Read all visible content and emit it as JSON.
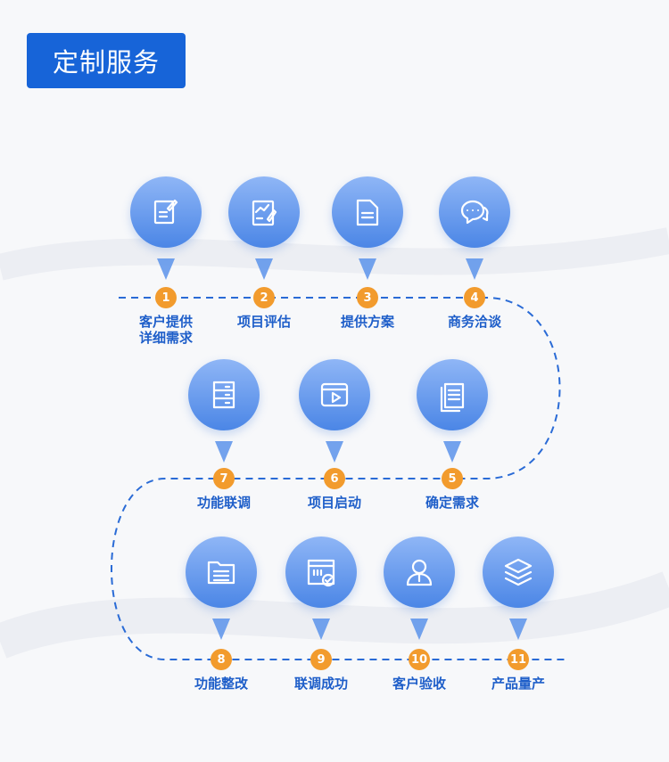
{
  "title": "定制服务",
  "steps": [
    {
      "n": "1",
      "label": "客户提供详细需求",
      "icon": "edit-document-icon"
    },
    {
      "n": "2",
      "label": "项目评估",
      "icon": "chart-pencil-icon"
    },
    {
      "n": "3",
      "label": "提供方案",
      "icon": "document-icon"
    },
    {
      "n": "4",
      "label": "商务洽谈",
      "icon": "chat-bubbles-icon"
    },
    {
      "n": "5",
      "label": "确定需求",
      "icon": "documents-stack-icon"
    },
    {
      "n": "6",
      "label": "项目启动",
      "icon": "video-window-icon"
    },
    {
      "n": "7",
      "label": "功能联调",
      "icon": "server-cabinet-icon"
    },
    {
      "n": "8",
      "label": "功能整改",
      "icon": "folder-list-icon"
    },
    {
      "n": "9",
      "label": "联调成功",
      "icon": "calendar-check-icon"
    },
    {
      "n": "10",
      "label": "客户验收",
      "icon": "user-icon"
    },
    {
      "n": "11",
      "label": "产品量产",
      "icon": "layers-icon"
    }
  ],
  "colors": {
    "accent": "#1764d8",
    "badge": "#f29b2d",
    "label": "#1e5ec9"
  }
}
